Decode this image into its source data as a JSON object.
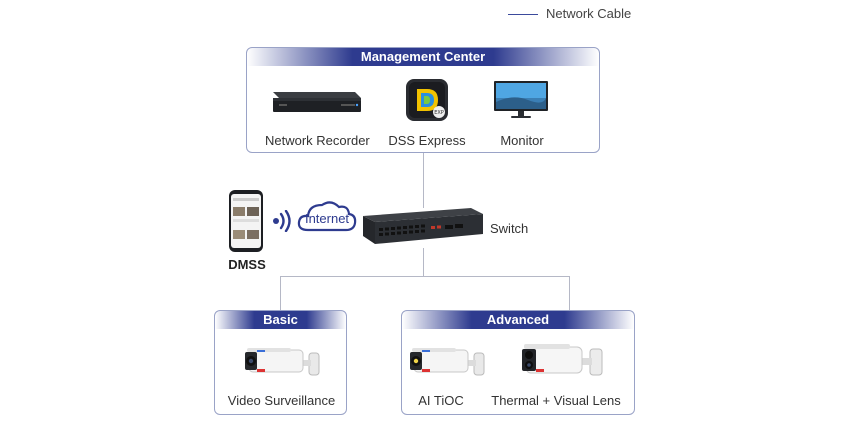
{
  "legend": {
    "label": "Network Cable",
    "color": "#3b4a9c"
  },
  "management": {
    "title": "Management Center",
    "devices": [
      {
        "label": "Network Recorder",
        "icon": "network-recorder-icon"
      },
      {
        "label": "DSS Express",
        "icon": "dss-express-icon"
      },
      {
        "label": "Monitor",
        "icon": "monitor-icon"
      }
    ]
  },
  "network": {
    "switch_label": "Switch",
    "internet_label": "Internet",
    "mobile_label": "DMSS"
  },
  "basic": {
    "title": "Basic",
    "devices": [
      {
        "label": "Video Surveillance",
        "icon": "camera-icon"
      }
    ]
  },
  "advanced": {
    "title": "Advanced",
    "devices": [
      {
        "label": "AI TiOC",
        "icon": "camera-icon"
      },
      {
        "label": "Thermal + Visual Lens",
        "icon": "thermal-camera-icon"
      }
    ]
  },
  "colors": {
    "header": "#2e3b8f",
    "panel_border": "#9aa3c7",
    "connector": "#b5b8c6"
  }
}
